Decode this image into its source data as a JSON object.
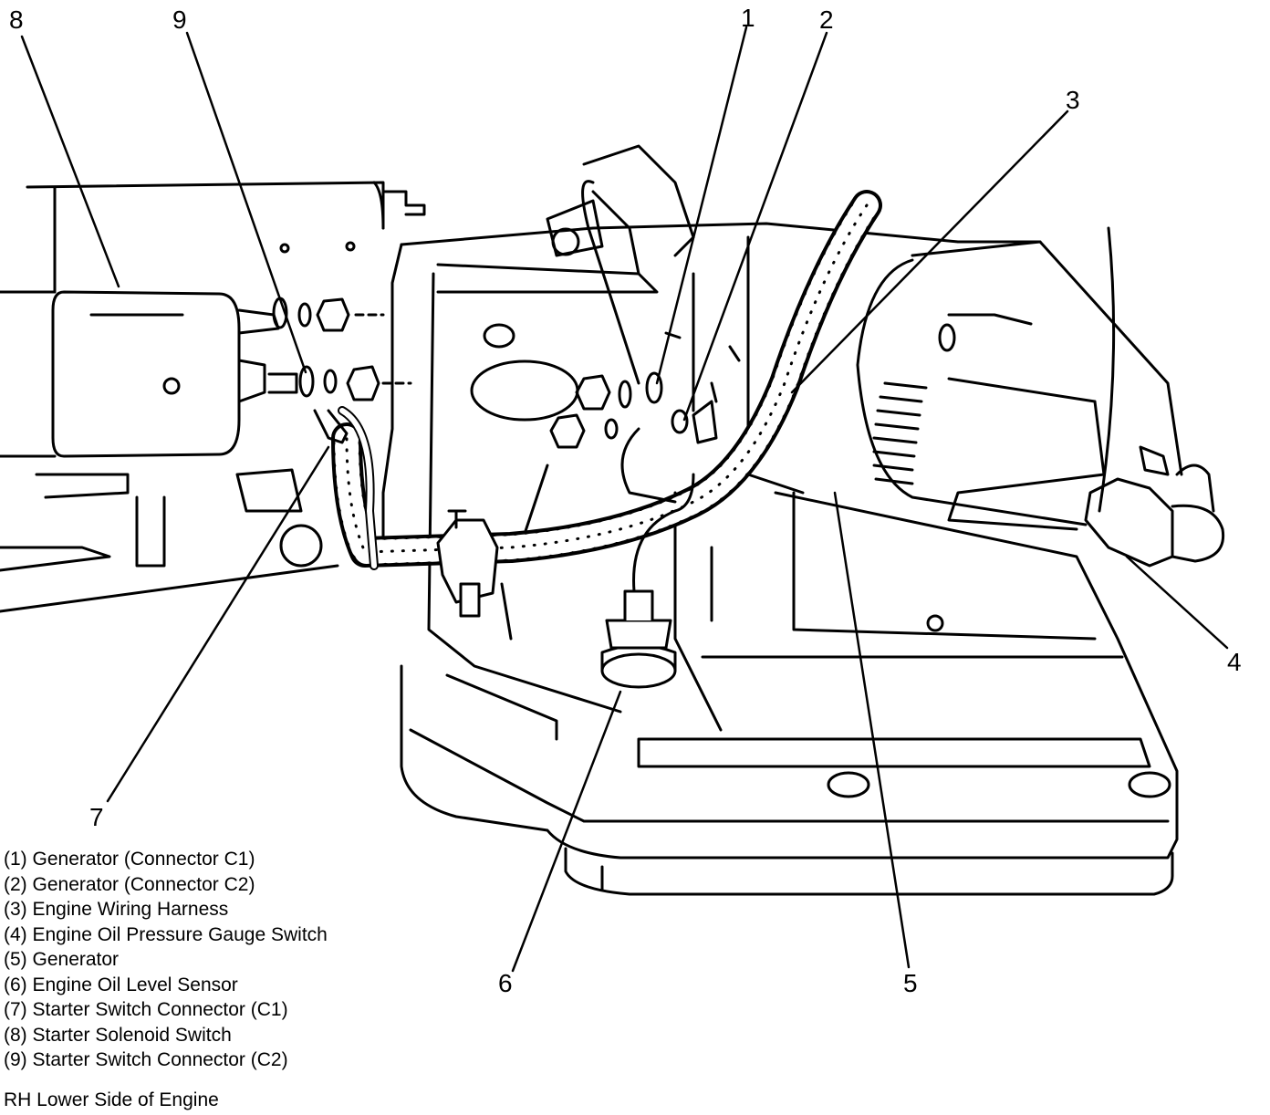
{
  "diagram": {
    "callouts": [
      {
        "number": "1",
        "id": "1"
      },
      {
        "number": "2",
        "id": "2"
      },
      {
        "number": "3",
        "id": "3"
      },
      {
        "number": "4",
        "id": "4"
      },
      {
        "number": "5",
        "id": "5"
      },
      {
        "number": "6",
        "id": "6"
      },
      {
        "number": "7",
        "id": "7"
      },
      {
        "number": "8",
        "id": "8"
      },
      {
        "number": "9",
        "id": "9"
      }
    ],
    "legend": [
      "(1) Generator (Connector C1)",
      "(2) Generator (Connector C2)",
      "(3) Engine Wiring Harness",
      "(4) Engine Oil Pressure Gauge Switch",
      "(5) Generator",
      "(6) Engine Oil Level Sensor",
      "(7) Starter Switch Connector (C1)",
      "(8) Starter Solenoid Switch",
      "(9) Starter Switch Connector (C2)"
    ],
    "caption": "RH Lower Side of Engine"
  }
}
